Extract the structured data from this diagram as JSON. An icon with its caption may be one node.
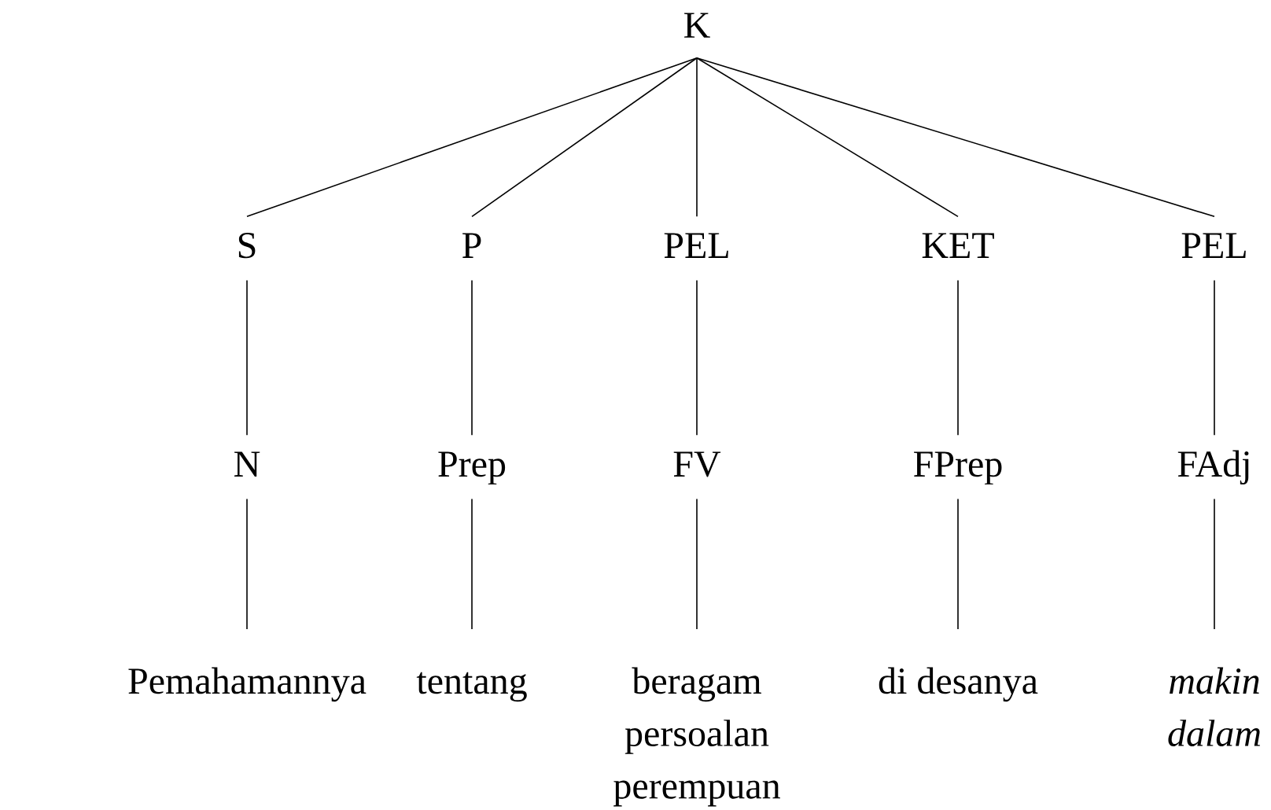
{
  "diagram": {
    "nodes": [
      {
        "text": [
          "K"
        ]
      },
      {
        "text": [
          "S"
        ]
      },
      {
        "text": [
          "P"
        ]
      },
      {
        "text": [
          "PEL"
        ]
      },
      {
        "text": [
          "KET"
        ]
      },
      {
        "text": [
          "PEL"
        ]
      },
      {
        "text": [
          "N"
        ]
      },
      {
        "text": [
          "Prep"
        ]
      },
      {
        "text": [
          "FV"
        ]
      },
      {
        "text": [
          "FPrep"
        ]
      },
      {
        "text": [
          "FAdj"
        ]
      },
      {
        "text": [
          "Pemahamannya"
        ]
      },
      {
        "text": [
          "tentang"
        ]
      },
      {
        "text": [
          "beragam persoalan perempuan"
        ]
      },
      {
        "text": [
          "di desanya"
        ]
      },
      {
        "text": [
          "makin dalam"
        ]
      }
    ],
    "edges": [
      {
        "from": 0,
        "to": 1,
        "arrow": "none"
      },
      {
        "from": 0,
        "to": 2,
        "arrow": "none"
      },
      {
        "from": 0,
        "to": 3,
        "arrow": "none"
      },
      {
        "from": 0,
        "to": 4,
        "arrow": "none"
      },
      {
        "from": 0,
        "to": 5,
        "arrow": "none"
      },
      {
        "from": 1,
        "to": 6,
        "arrow": "none"
      },
      {
        "from": 2,
        "to": 7,
        "arrow": "none"
      },
      {
        "from": 3,
        "to": 8,
        "arrow": "none"
      },
      {
        "from": 4,
        "to": 9,
        "arrow": "none"
      },
      {
        "from": 5,
        "to": 10,
        "arrow": "none"
      },
      {
        "from": 6,
        "to": 11,
        "arrow": "none"
      },
      {
        "from": 7,
        "to": 12,
        "arrow": "none"
      },
      {
        "from": 8,
        "to": 13,
        "arrow": "none"
      },
      {
        "from": 9,
        "to": 14,
        "arrow": "none"
      },
      {
        "from": 10,
        "to": 15,
        "arrow": "none"
      }
    ]
  }
}
